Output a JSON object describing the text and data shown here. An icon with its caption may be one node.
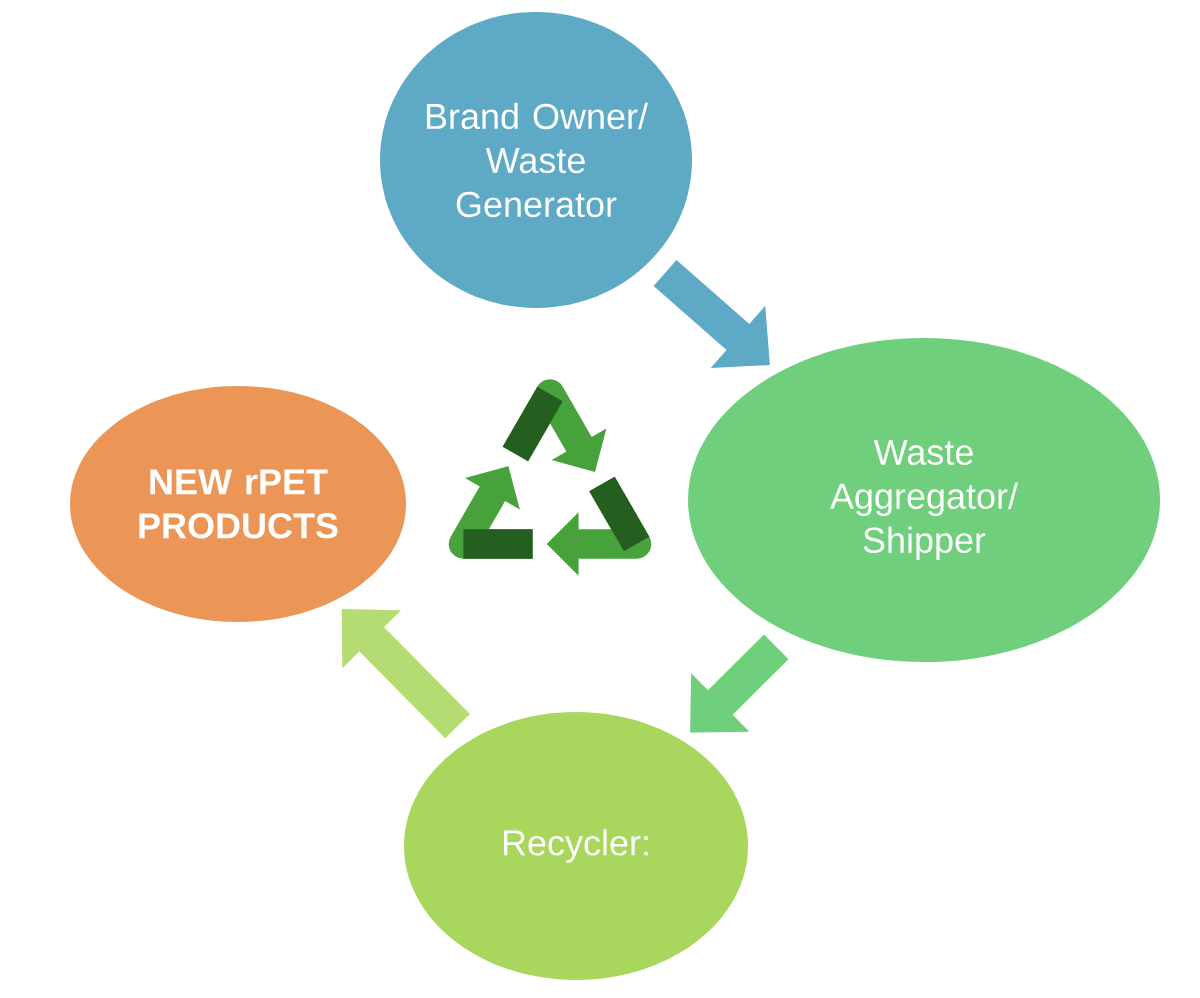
{
  "diagram": {
    "nodes": [
      {
        "text": [
          "Brand Owner/ Waste Generator"
        ]
      },
      {
        "text": [
          "Waste Aggregator/ Shipper"
        ]
      },
      {
        "text": [
          "Recycler:"
        ]
      },
      {
        "text": [
          "NEW rPET PRODUCTS"
        ]
      }
    ],
    "edges": [
      {
        "from": 0,
        "to": 1,
        "arrow": "to",
        "color": "#5ea9c5"
      },
      {
        "from": 1,
        "to": 2,
        "arrow": "to",
        "color": "#6fcf7c"
      },
      {
        "from": 2,
        "to": 3,
        "arrow": "to",
        "color": "#b5dc72"
      }
    ]
  }
}
